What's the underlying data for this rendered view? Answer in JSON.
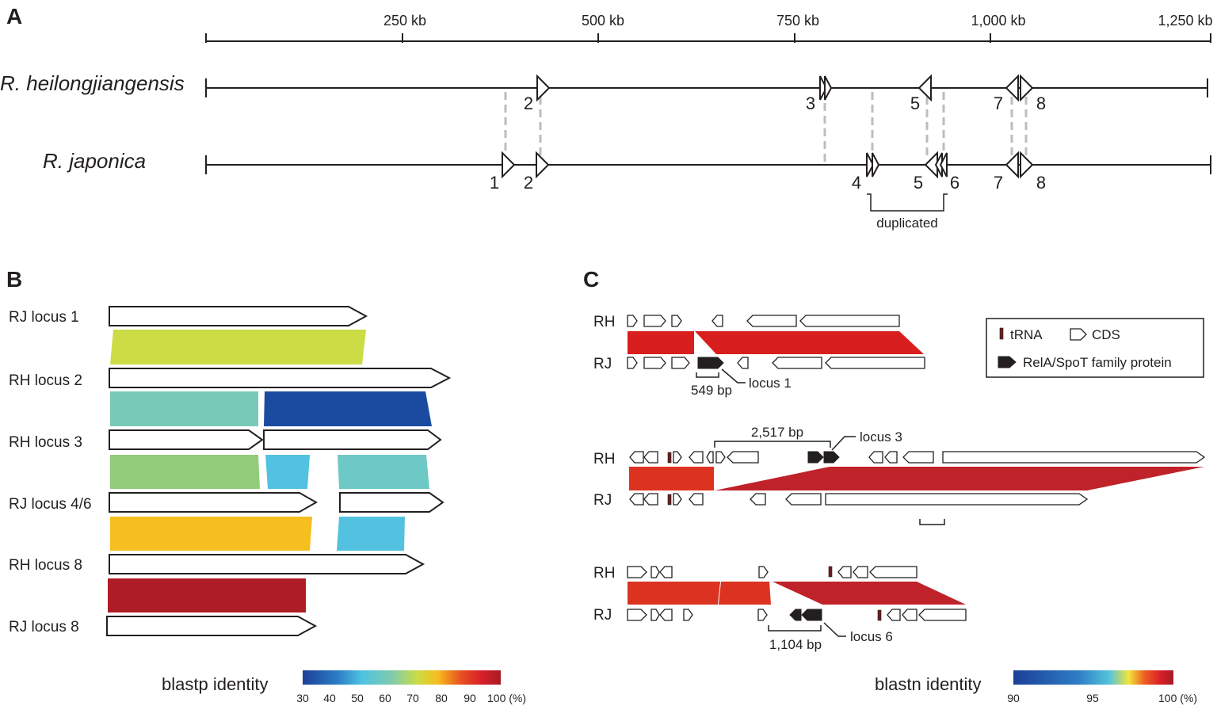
{
  "panel_a": {
    "label": "A",
    "scale_ticks": [
      "250 kb",
      "500 kb",
      "750 kb",
      "1,000 kb",
      "1,250 kb"
    ],
    "rh_name": "R. heilongjiangensis",
    "rj_name": "R. japonica",
    "rh_loci": [
      "2",
      "3",
      "5",
      "7",
      "8"
    ],
    "rj_loci": [
      "1",
      "2",
      "4",
      "5",
      "6",
      "7",
      "8"
    ],
    "duplicated_label": "duplicated"
  },
  "panel_b": {
    "label": "B",
    "rows": [
      "RJ locus 1",
      "RH locus 2",
      "RH locus 3",
      "RJ locus 4/6",
      "RH locus 8",
      "RJ locus 8"
    ],
    "legend_title": "blastp identity",
    "legend_ticks": [
      "30",
      "40",
      "50",
      "60",
      "70",
      "80",
      "90",
      "100 (%)"
    ],
    "colors": {
      "lime": "#cbdc45",
      "teal": "#79c9b7",
      "navy": "#1a4ba1",
      "green": "#92cc7a",
      "sky": "#52c2e0",
      "teal2": "#6ec8c6",
      "amber": "#f6be1e",
      "darkred": "#ae1d25"
    }
  },
  "panel_c": {
    "label": "C",
    "rh": "RH",
    "rj": "RJ",
    "legend_trna": "tRNA",
    "legend_cds": "CDS",
    "legend_rela": "RelA/SpoT family protein",
    "blocks": [
      {
        "bp": "549 bp",
        "locus": "locus 1"
      },
      {
        "bp": "2,517 bp",
        "locus": "locus 3"
      },
      {
        "bp": "1,104 bp",
        "locus": "locus 6"
      }
    ],
    "legend_title": "blastn identity",
    "legend_ticks": [
      "90",
      "95",
      "100 (%)"
    ],
    "colors": {
      "red": "#d91e1e",
      "red2": "#dc3220",
      "red3": "#c0222a"
    }
  }
}
